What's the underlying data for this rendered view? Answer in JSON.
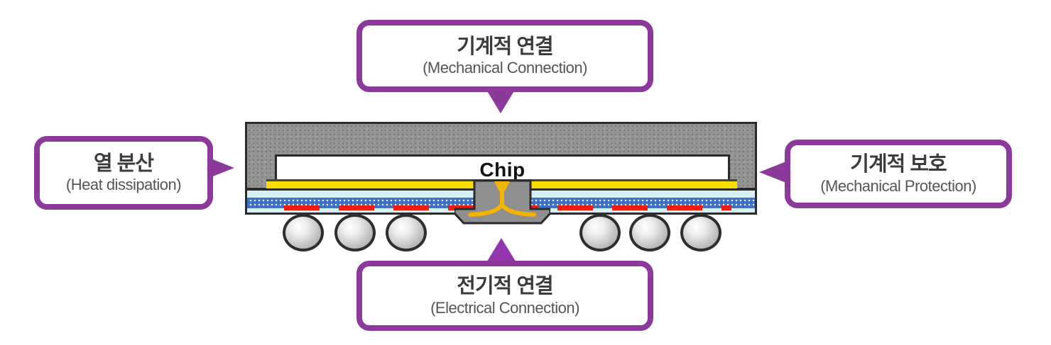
{
  "diagram": {
    "chip_label": "Chip",
    "callouts": {
      "top": {
        "ko": "기계적 연결",
        "en": "(Mechanical Connection)"
      },
      "left": {
        "ko": "열 분산",
        "en": "(Heat dissipation)"
      },
      "right": {
        "ko": "기계적 보호",
        "en": "(Mechanical Protection)"
      },
      "bottom": {
        "ko": "전기적 연결",
        "en": "(Electrical Connection)"
      }
    },
    "colors": {
      "callout_border": "#8b3a9b",
      "korean_text": "#3c3c3c",
      "english_text": "#555555",
      "mold_gray": "#949494",
      "outline_dark": "#2b2b2b",
      "tape_yellow": "#f8dd00",
      "substrate_cyan": "#d5f0f7",
      "substrate_blue": "#3b6fc7",
      "pad_red": "#ee1d0e",
      "wire_gold": "#f2b400",
      "ball_gray": "#c9c9c9"
    }
  }
}
